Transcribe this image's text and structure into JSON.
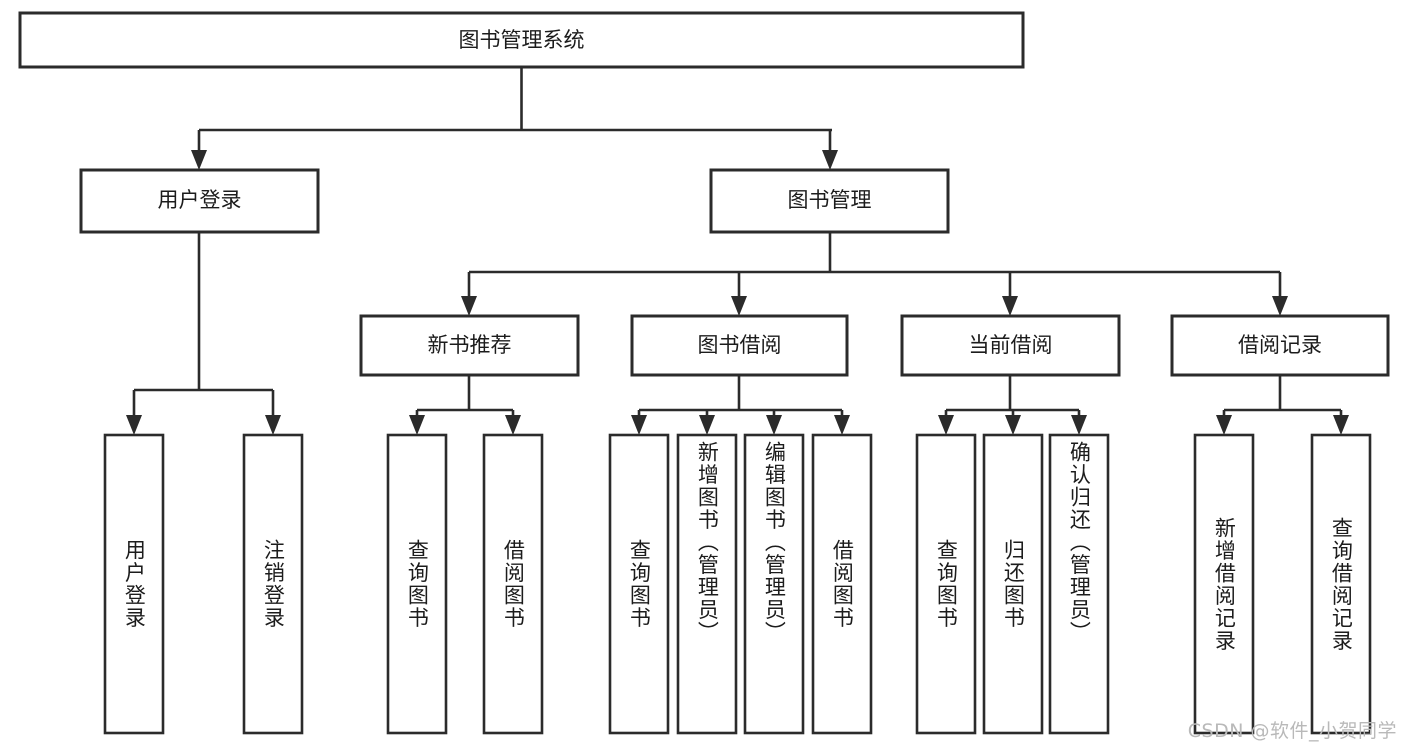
{
  "diagram": {
    "title": "图书管理系统",
    "type": "hierarchy-tree",
    "root": {
      "id": "root",
      "label": "图书管理系统",
      "level": 1
    },
    "level2": [
      {
        "id": "user-login",
        "label": "用户登录",
        "level": 2
      },
      {
        "id": "book-manage",
        "label": "图书管理",
        "level": 2
      }
    ],
    "level3": [
      {
        "id": "new-book-recommend",
        "label": "新书推荐",
        "level": 3,
        "parent": "book-manage"
      },
      {
        "id": "book-borrow",
        "label": "图书借阅",
        "level": 3,
        "parent": "book-manage"
      },
      {
        "id": "current-borrow",
        "label": "当前借阅",
        "level": 3,
        "parent": "book-manage"
      },
      {
        "id": "borrow-record",
        "label": "借阅记录",
        "level": 3,
        "parent": "book-manage"
      }
    ],
    "leaves": [
      {
        "id": "leaf-user-login",
        "label": "用户登录",
        "parent": "user-login",
        "align": "center"
      },
      {
        "id": "leaf-logout-login",
        "label": "注销登录",
        "parent": "user-login",
        "align": "center"
      },
      {
        "id": "leaf-query-book-1",
        "label": "查询图书",
        "parent": "new-book-recommend",
        "align": "center"
      },
      {
        "id": "leaf-borrow-book-1",
        "label": "借阅图书",
        "parent": "new-book-recommend",
        "align": "center"
      },
      {
        "id": "leaf-query-book-2",
        "label": "查询图书",
        "parent": "book-borrow",
        "align": "center"
      },
      {
        "id": "leaf-add-book",
        "label": "新增图书（管理员）",
        "parent": "book-borrow",
        "align": "top"
      },
      {
        "id": "leaf-edit-book",
        "label": "编辑图书（管理员）",
        "parent": "book-borrow",
        "align": "top"
      },
      {
        "id": "leaf-borrow-book-2",
        "label": "借阅图书",
        "parent": "book-borrow",
        "align": "center"
      },
      {
        "id": "leaf-query-book-3",
        "label": "查询图书",
        "parent": "current-borrow",
        "align": "center"
      },
      {
        "id": "leaf-return-book",
        "label": "归还图书",
        "parent": "current-borrow",
        "align": "center"
      },
      {
        "id": "leaf-confirm-return",
        "label": "确认归还（管理员）",
        "parent": "current-borrow",
        "align": "top"
      },
      {
        "id": "leaf-add-record",
        "label": "新增借阅记录",
        "parent": "borrow-record",
        "align": "center"
      },
      {
        "id": "leaf-query-record",
        "label": "查询借阅记录",
        "parent": "borrow-record",
        "align": "center"
      }
    ]
  },
  "watermark": {
    "text": "CSDN @软件_小贺同学"
  },
  "colors": {
    "stroke": "#2b2b2b",
    "fill": "#ffffff",
    "text": "#1c1c1c",
    "watermark": "#b9b9b9"
  }
}
